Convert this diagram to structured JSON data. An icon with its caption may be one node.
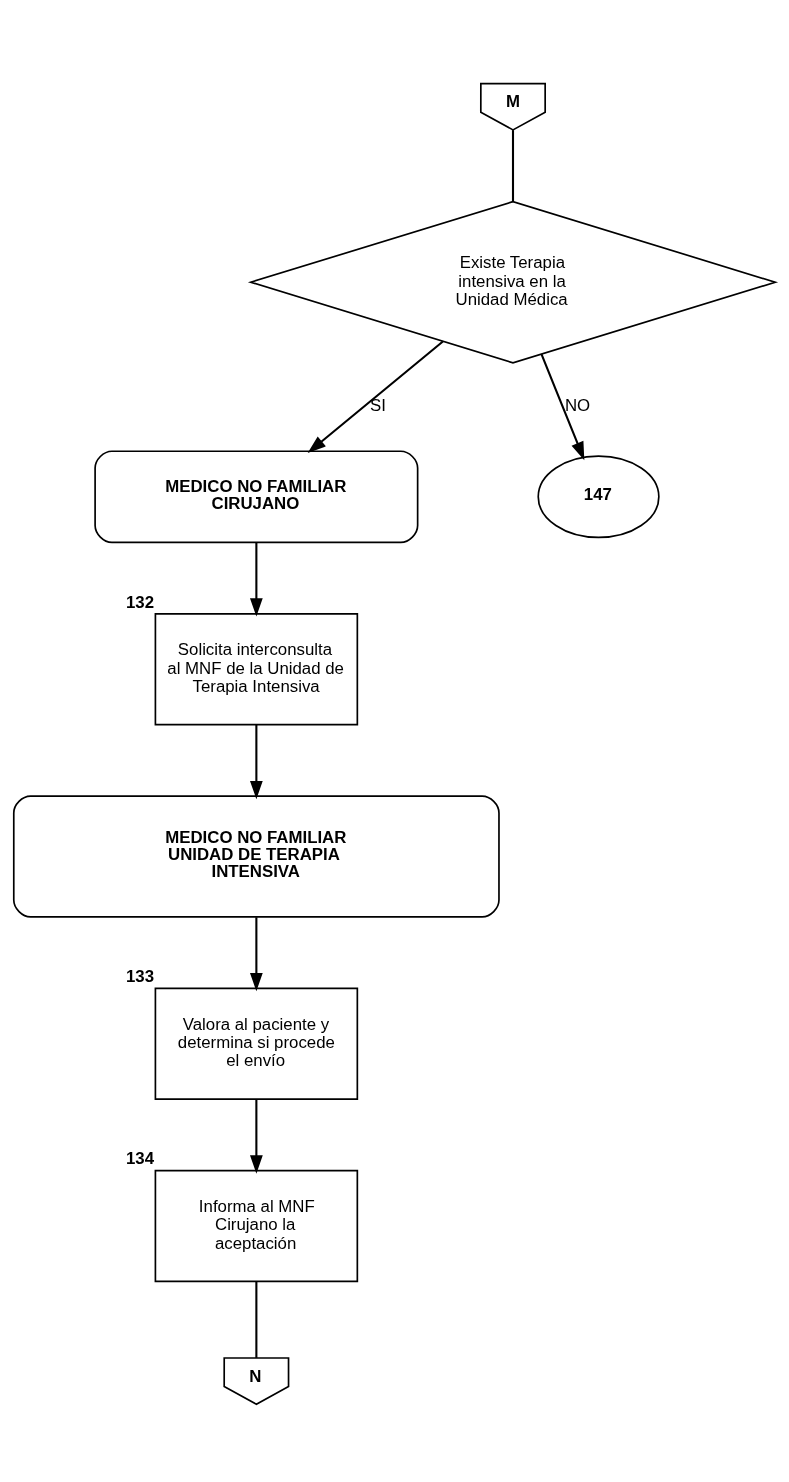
{
  "diagram": {
    "nodes": [
      {
        "text": [
          "M"
        ]
      },
      {
        "text": [
          "Existe Terapia intensiva en la Unidad Médica"
        ]
      },
      {
        "text": [
          "MEDICO NO FAMILIAR CIRUJANO"
        ]
      },
      {
        "text": [
          "147"
        ]
      },
      {
        "text": [
          "Solicita interconsulta al MNF de la Unidad de Terapia Intensiva"
        ],
        "beside": [
          "132"
        ]
      },
      {
        "text": [
          "MEDICO NO FAMILIAR UNIDAD DE TERAPIA INTENSIVA"
        ]
      },
      {
        "text": [
          "Valora al paciente y determina si procede el envío"
        ],
        "beside": [
          "133"
        ]
      },
      {
        "text": [
          "Informa al MNF Cirujano la aceptación"
        ],
        "beside": [
          "134"
        ]
      },
      {
        "text": [
          "N"
        ]
      }
    ],
    "edges": [
      {
        "from": 0,
        "to": 1,
        "arrow": "none"
      },
      {
        "from": 1,
        "to": 2,
        "arrow": "to",
        "label": "SI"
      },
      {
        "from": 1,
        "to": 3,
        "arrow": "to",
        "label": "NO"
      },
      {
        "from": 2,
        "to": 4,
        "arrow": "to"
      },
      {
        "from": 4,
        "to": 5,
        "arrow": "to"
      },
      {
        "from": 5,
        "to": 6,
        "arrow": "to"
      },
      {
        "from": 6,
        "to": 7,
        "arrow": "to"
      },
      {
        "from": 7,
        "to": 8,
        "arrow": "none"
      }
    ]
  }
}
